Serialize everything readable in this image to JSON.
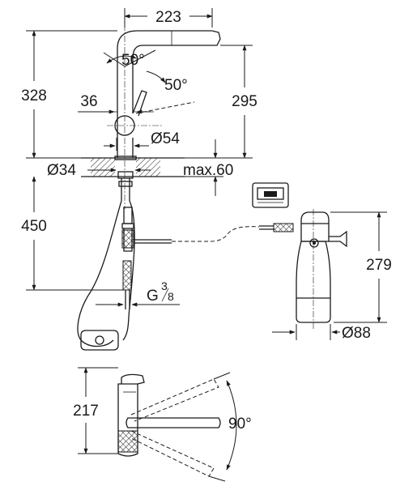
{
  "labels": {
    "spout_reach": "223",
    "total_height": "328",
    "spout_height": "295",
    "lever_angle_left": "50°",
    "lever_angle_right": "50°",
    "lever_offset": "36",
    "body_diameter": "Ø54",
    "hole_diameter": "Ø34",
    "max_thickness": "max.60",
    "hose_length": "450",
    "thread_prefix": "G",
    "thread_num": "3",
    "thread_den": "8",
    "filter_height": "279",
    "filter_diameter": "Ø88",
    "top_view_depth": "217",
    "swivel_angle": "90°"
  }
}
